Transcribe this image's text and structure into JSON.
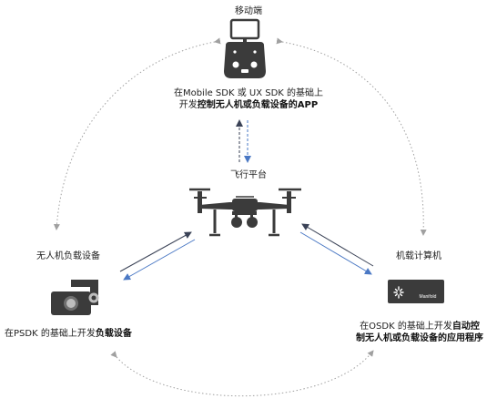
{
  "mobile": {
    "title": "移动端",
    "line1": "在Mobile SDK 或 UX SDK 的基础上",
    "line2_prefix": "开发",
    "line2_bold": "控制无人机或负载设备的APP"
  },
  "platform": {
    "title": "飞行平台"
  },
  "payload": {
    "title": "无人机负载设备",
    "desc_prefix": "在PSDK  的基础上开发",
    "desc_bold": "负载设备"
  },
  "onboard": {
    "title": "机载计算机",
    "device_label": "Manifold",
    "line1_prefix": "在OSDK 的基础上开发",
    "line1_bold": "自动控",
    "line2_bold": "制无人机或负载设备的应用程序"
  },
  "colors": {
    "arrow_dark": "#3a4256",
    "arrow_blue": "#4a78c4",
    "dotted": "#a0a0a0",
    "device": "#3b3b3b"
  }
}
